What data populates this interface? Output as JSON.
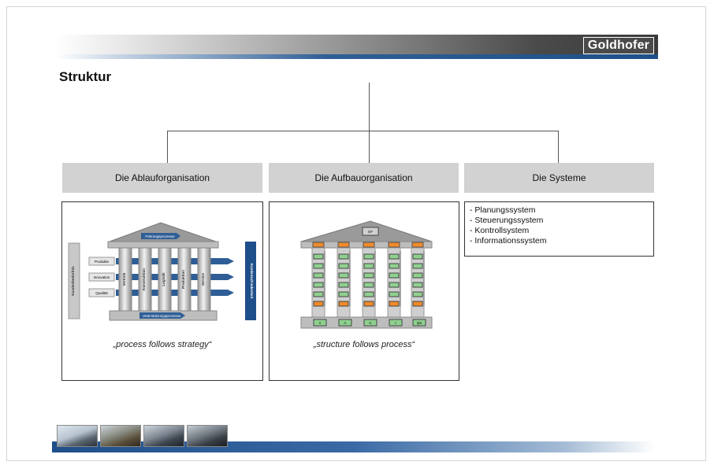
{
  "brand": {
    "logo_text": "Goldhofer"
  },
  "slide": {
    "title": "Struktur"
  },
  "columns": [
    {
      "header": "Die Ablauforganisation",
      "caption": "„process follows strategy“"
    },
    {
      "header": "Die Aufbauorganisation",
      "caption": "„structure follows process“"
    },
    {
      "header": "Die Systeme"
    }
  ],
  "systems": [
    "- Planungssystem",
    "- Steuerungssystem",
    "- Kontrollsystem",
    "- Informationssystem"
  ],
  "temple1": {
    "roof_label": "Führungsprozesse",
    "base_label": "Unterstützungsprozesse",
    "left_label": "Kundenbedürfnis",
    "right_label": "Kundenzufriedenheit",
    "inputs": [
      "Produkte",
      "Innovation",
      "Qualität"
    ],
    "pillars": [
      "Vertrieb",
      "Konstruktion",
      "Logistik",
      "Produktion",
      "Service"
    ]
  },
  "temple2": {
    "top_label": "GF",
    "bottom_boxes": [
      "A",
      "A",
      "C",
      "I",
      "QS"
    ]
  },
  "colors": {
    "accent_blue": "#1f4f8a",
    "orange_box": "#f08a2a",
    "green_box": "#8fd08f",
    "header_gray": "#d2d2d2"
  }
}
